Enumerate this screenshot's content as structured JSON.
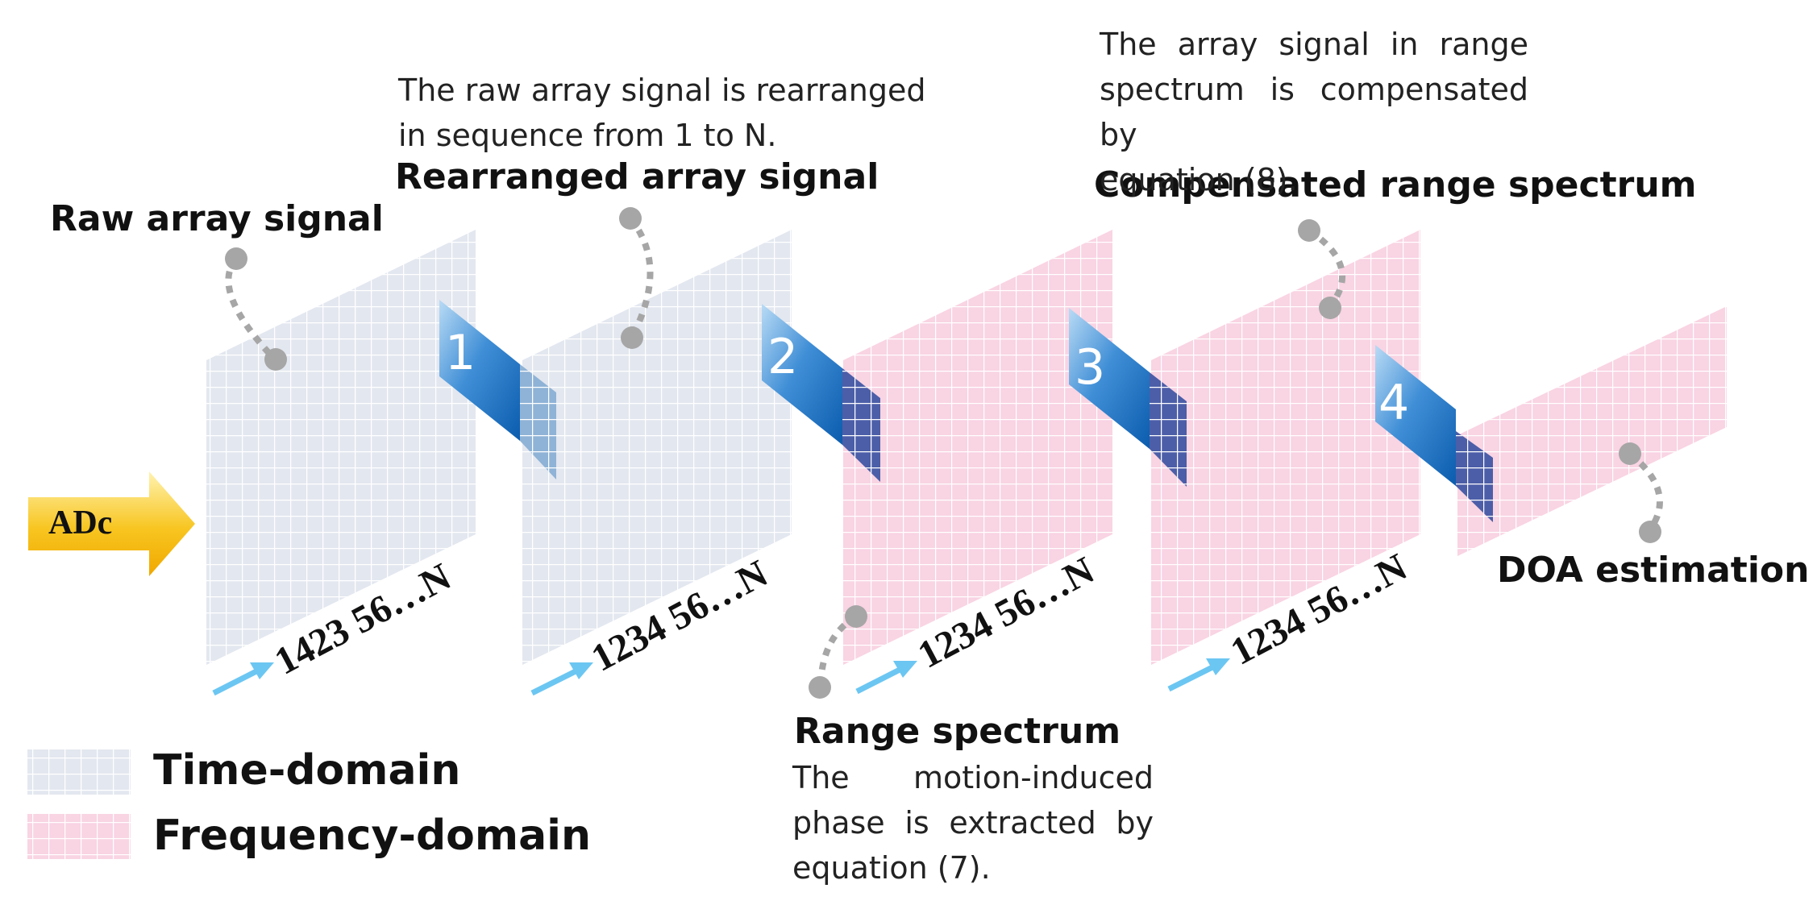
{
  "colors": {
    "time_domain_fill": "#e3e7ef",
    "frequency_domain_fill": "#f9d4e3",
    "grid_line": "#ffffff",
    "step_arrow_top": "#b9dbf5",
    "step_arrow_bottom": "#0b64b8",
    "connector": "#a6a6a6",
    "small_arrow": "#6cc6f2",
    "adc_arrow_top": "#fff3b0",
    "adc_arrow_bottom": "#f5b800"
  },
  "adc": {
    "label": "ADc"
  },
  "panels": [
    {
      "label": "Raw array signal",
      "domain": "time",
      "sequence": "1423 56…N"
    },
    {
      "label": "Rearranged array signal",
      "domain": "time",
      "sequence": "1234 56…N"
    },
    {
      "label": "Range spectrum",
      "domain": "frequency",
      "sequence": "1234 56…N"
    },
    {
      "label": "Compensated range spectrum",
      "domain": "frequency",
      "sequence": "1234 56…N"
    },
    {
      "label": "DOA estimation",
      "domain": "frequency"
    }
  ],
  "steps": [
    "1",
    "2",
    "3",
    "4"
  ],
  "notes": {
    "rearrange": [
      "The raw array signal is rearranged",
      "in sequence from 1 to N."
    ],
    "compensate": [
      "The array signal in range",
      "spectrum is compensated by",
      "equation (8)."
    ],
    "extract": [
      "The motion-induced",
      "phase is extracted by",
      "equation (7)."
    ]
  },
  "legend": [
    {
      "label": "Time-domain",
      "domain": "time"
    },
    {
      "label": "Frequency-domain",
      "domain": "frequency"
    }
  ]
}
